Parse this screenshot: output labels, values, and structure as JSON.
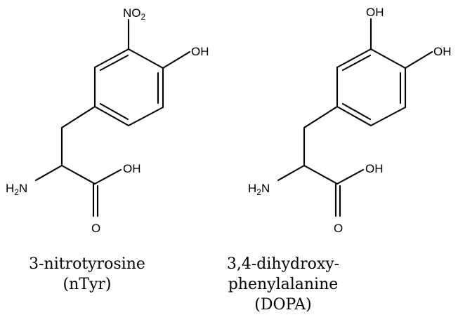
{
  "figure": {
    "type": "chemical-structure-comparison",
    "background": "#ffffff",
    "line_color": "#000000"
  },
  "molecules": [
    {
      "id": "ntyr",
      "name_lines": [
        "3-nitrotyrosine",
        "(nTyr)"
      ],
      "atoms": {
        "substituent_top": {
          "main": "NO",
          "sub": "2"
        },
        "substituent_right": "OH",
        "amine": {
          "main": "H",
          "sub": "2",
          "tail": "N"
        },
        "acid_oh": "OH",
        "carbonyl_o": "O"
      }
    },
    {
      "id": "dopa",
      "name_lines": [
        "3,4-dihydroxy-",
        "phenylalanine",
        "(DOPA)"
      ],
      "atoms": {
        "substituent_top": "OH",
        "substituent_right": "OH",
        "amine": {
          "main": "H",
          "sub": "2",
          "tail": "N"
        },
        "acid_oh": "OH",
        "carbonyl_o": "O"
      }
    }
  ]
}
